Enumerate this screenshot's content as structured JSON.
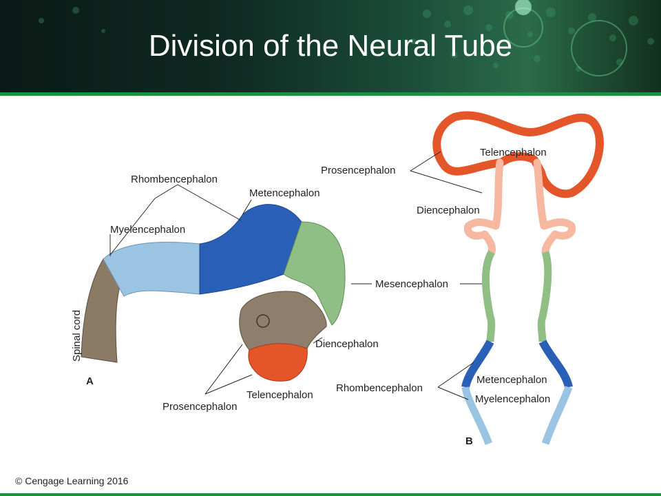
{
  "title": "Division of the Neural Tube",
  "copyright": "© Cengage Learning 2016",
  "colors": {
    "header_accent": "#1e8f3a",
    "telencephalon": "#e4562a",
    "diencephalon_b": "#f6b8a0",
    "diencephalon_a": "#8e7f6c",
    "mesencephalon": "#8fbf84",
    "metencephalon": "#2a5fb8",
    "myelencephalon": "#9ac4e2",
    "spinal_cord": "#8a7a66"
  },
  "figure_a": {
    "panel_label": "A",
    "labels": {
      "rhombencephalon": "Rhombencephalon",
      "metencephalon": "Metencephalon",
      "myelencephalon": "Myelencephalon",
      "spinal_cord": "Spinal cord",
      "mesencephalon": "Mesencephalon",
      "diencephalon": "Diencephalon",
      "telencephalon": "Telencephalon",
      "prosencephalon": "Prosencephalon"
    }
  },
  "figure_b": {
    "panel_label": "B",
    "labels": {
      "prosencephalon": "Prosencephalon",
      "telencephalon": "Telencephalon",
      "diencephalon": "Diencephalon",
      "rhombencephalon": "Rhombencephalon",
      "metencephalon": "Metencephalon",
      "myelencephalon": "Myelencephalon"
    }
  }
}
